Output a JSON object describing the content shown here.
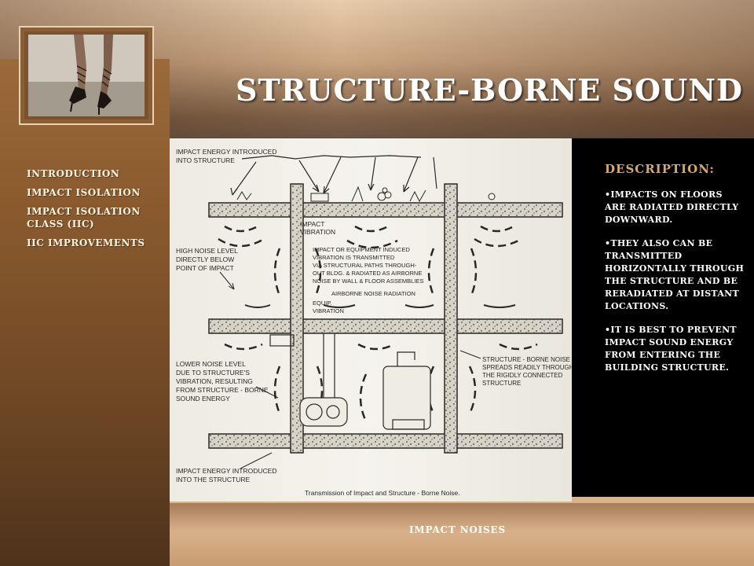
{
  "title": "STRUCTURE-BORNE SOUND",
  "nav": [
    {
      "label": "INTRODUCTION"
    },
    {
      "label": "IMPACT ISOLATION"
    },
    {
      "label": "IMPACT ISOLATION CLASS (IIC)"
    },
    {
      "label": "IIC IMPROVEMENTS"
    }
  ],
  "description": {
    "heading": "DESCRIPTION:",
    "items": [
      "•IMPACTS ON FLOORS ARE RADIATED DIRECTLY DOWNWARD.",
      "•THEY ALSO CAN BE TRANSMITTED HORIZONTALLY THROUGH THE STRUCTURE AND BE RERADIATED AT DISTANT LOCATIONS.",
      "•IT IS BEST TO PREVENT IMPACT SOUND ENERGY FROM ENTERING THE BUILDING STRUCTURE."
    ]
  },
  "footer": "IMPACT NOISES",
  "diagram": {
    "labels": {
      "impact_top_1": "IMPACT ENERGY INTRODUCED",
      "impact_top_2": "INTO STRUCTURE",
      "impact_vib_1": "IMPACT",
      "impact_vib_2": "VIBRATION",
      "high_noise_1": "HIGH NOISE LEVEL",
      "high_noise_2": "DIRECTLY BELOW",
      "high_noise_3": "POINT OF IMPACT",
      "paths_1": "IMPACT OR EQUIPMENT INDUCED",
      "paths_2": "VIBRATION IS TRANSMITTED",
      "paths_3": "VIA STRUCTURAL PATHS THROUGH-",
      "paths_4": "OUT BLDG. & RADIATED AS AIRBORNE",
      "paths_5": "NOISE BY WALL & FLOOR ASSEMBLIES",
      "airborne": "AIRBORNE NOISE RADIATION",
      "equip_1": "EQUIP.",
      "equip_2": "VIBRATION",
      "lower_1": "LOWER NOISE LEVEL",
      "lower_2": "DUE TO STRUCTURE'S",
      "lower_3": "VIBRATION, RESULTING",
      "lower_4": "FROM STRUCTURE - BORNE",
      "lower_5": "SOUND ENERGY",
      "spread_1": "STRUCTURE - BORNE NOISE",
      "spread_2": "SPREADS READILY THROUGHOUT",
      "spread_3": "THE RIGIDLY CONNECTED",
      "spread_4": "STRUCTURE",
      "impact_bot_1": "IMPACT ENERGY INTRODUCED",
      "impact_bot_2": "INTO THE STRUCTURE",
      "caption": "Transmission of Impact and Structure - Borne Noise."
    }
  }
}
